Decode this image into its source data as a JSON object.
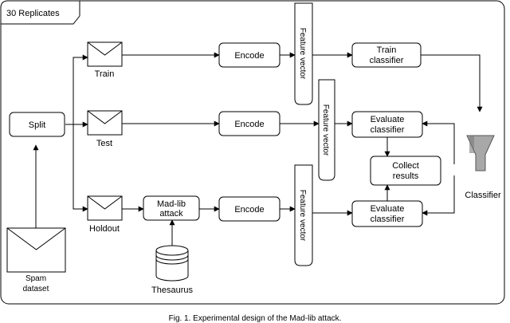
{
  "container": {
    "label": "30 Replicates"
  },
  "nodes": {
    "split": "Split",
    "train": "Train",
    "test": "Test",
    "holdout": "Holdout",
    "spam_dataset": [
      "Spam",
      "dataset"
    ],
    "madlib_attack": [
      "Mad-lib",
      "attack"
    ],
    "thesaurus": "Thesaurus",
    "encode_train": "Encode",
    "encode_test": "Encode",
    "encode_holdout": "Encode",
    "feature_vector_train": "Feature vector",
    "feature_vector_test": "Feature vector",
    "feature_vector_holdout": "Feature vector",
    "train_classifier": [
      "Train",
      "classifier"
    ],
    "evaluate_classifier_test": [
      "Evaluate",
      "classifier"
    ],
    "evaluate_classifier_holdout": [
      "Evaluate",
      "classifier"
    ],
    "collect_results": [
      "Collect",
      "results"
    ],
    "classifier": "Classifier"
  },
  "footer_text": "Fig. 1. Experimental design of the Mad-lib attack."
}
